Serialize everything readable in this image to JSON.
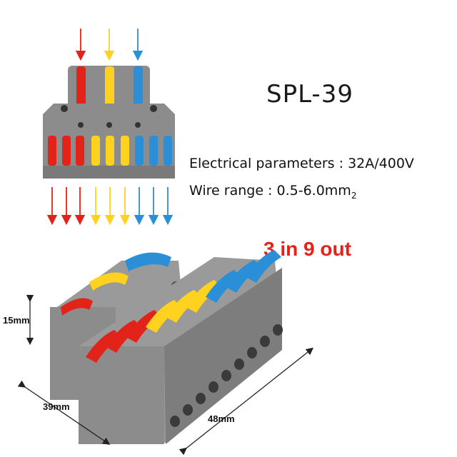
{
  "product": {
    "model": "SPL-39",
    "electrical_label": "Electrical parameters : ",
    "electrical_value": "32A/400V",
    "wire_label": "Wire range : ",
    "wire_value": "0.5-6.0mm",
    "wire_unit_sup": "2",
    "configuration": "3 in 9 out"
  },
  "dimensions": {
    "height": "15mm",
    "depth": "39mm",
    "width": "48mm"
  },
  "colors": {
    "red": "#e2231a",
    "yellow": "#ffd21f",
    "blue": "#2a8fd6",
    "housing": "#8c8c8c",
    "housing_dark": "#6e6e6e"
  },
  "inputs": [
    "red",
    "yellow",
    "blue"
  ],
  "outputs": [
    "red",
    "red",
    "red",
    "yellow",
    "yellow",
    "yellow",
    "blue",
    "blue",
    "blue"
  ]
}
